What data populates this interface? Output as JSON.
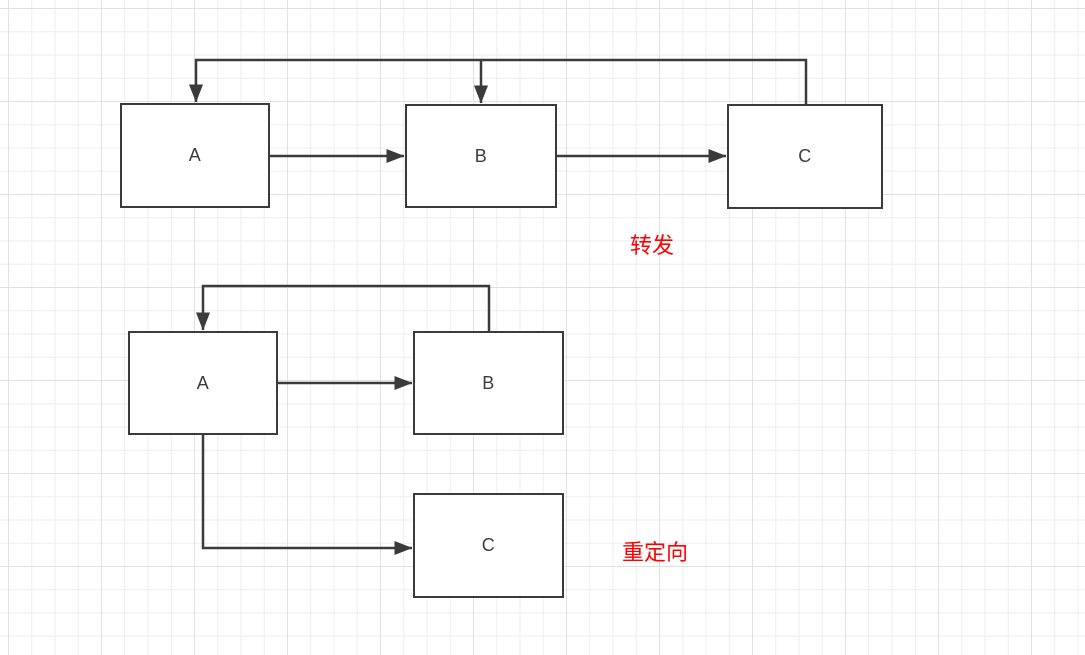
{
  "colors": {
    "background": "#ffffff",
    "grid_minor": "#ededed",
    "grid_major": "#e1e1e1",
    "stroke": "#3b3b3b",
    "node_fill": "#ffffff",
    "label_red": "#ff0000"
  },
  "nodes": {
    "forward_a": {
      "label": "A"
    },
    "forward_b": {
      "label": "B"
    },
    "forward_c": {
      "label": "C"
    },
    "redirect_a": {
      "label": "A"
    },
    "redirect_b": {
      "label": "B"
    },
    "redirect_c": {
      "label": "C"
    }
  },
  "labels": {
    "forward": "转发",
    "redirect": "重定向"
  },
  "edges": [
    {
      "group": "forward",
      "from": "A",
      "to": "B",
      "arrow": "end"
    },
    {
      "group": "forward",
      "from": "B",
      "to": "C",
      "arrow": "end"
    },
    {
      "group": "forward",
      "from": "C",
      "to": "A",
      "arrow": "end"
    },
    {
      "group": "forward",
      "from": "C",
      "to": "B",
      "arrow": "end"
    },
    {
      "group": "redirect",
      "from": "A",
      "to": "B",
      "arrow": "end"
    },
    {
      "group": "redirect",
      "from": "B",
      "to": "A",
      "arrow": "end"
    },
    {
      "group": "redirect",
      "from": "A",
      "to": "C",
      "arrow": "end"
    }
  ]
}
